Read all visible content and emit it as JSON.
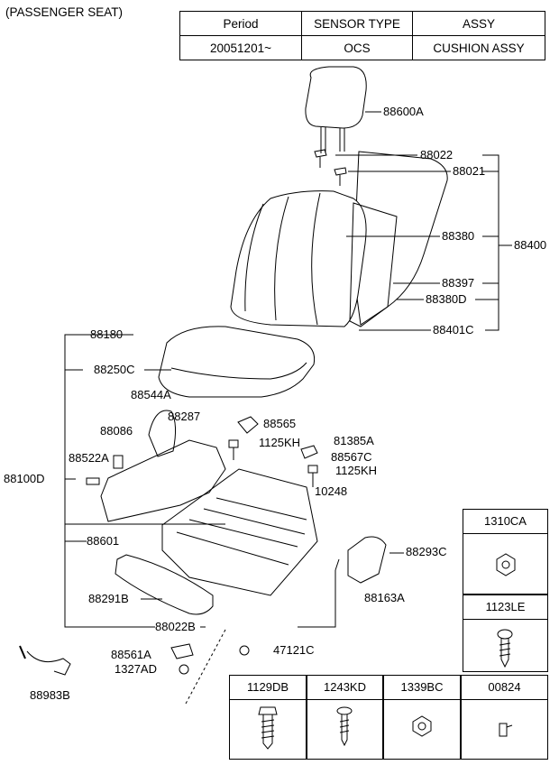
{
  "header": "(PASSENGER SEAT)",
  "table": {
    "headers": [
      "Period",
      "SENSOR TYPE",
      "ASSY"
    ],
    "row": [
      "20051201~",
      "OCS",
      "CUSHION ASSY"
    ]
  },
  "parts": {
    "p88600A": "88600A",
    "p88022": "88022",
    "p88021": "88021",
    "p88380": "88380",
    "p88400": "88400",
    "p88397": "88397",
    "p88380D": "88380D",
    "p88401C": "88401C",
    "p88180": "88180",
    "p88250C": "88250C",
    "p88544A": "88544A",
    "p88287": "88287",
    "p88086": "88086",
    "p88565": "88565",
    "p1125KH_a": "1125KH",
    "p81385A": "81385A",
    "p88522A": "88522A",
    "p88567C": "88567C",
    "p1125KH_b": "1125KH",
    "p88100D": "88100D",
    "p10248": "10248",
    "p88601": "88601",
    "p88293C": "88293C",
    "p88163A": "88163A",
    "p88291B": "88291B",
    "p88022B": "88022B",
    "p88561A": "88561A",
    "p47121C": "47121C",
    "p1327AD": "1327AD",
    "p88983B": "88983B"
  },
  "fastener_boxes": {
    "b1310CA": "1310CA",
    "b1123LE": "1123LE",
    "b1129DB": "1129DB",
    "b1243KD": "1243KD",
    "b1339BC": "1339BC",
    "b00824": "00824"
  }
}
